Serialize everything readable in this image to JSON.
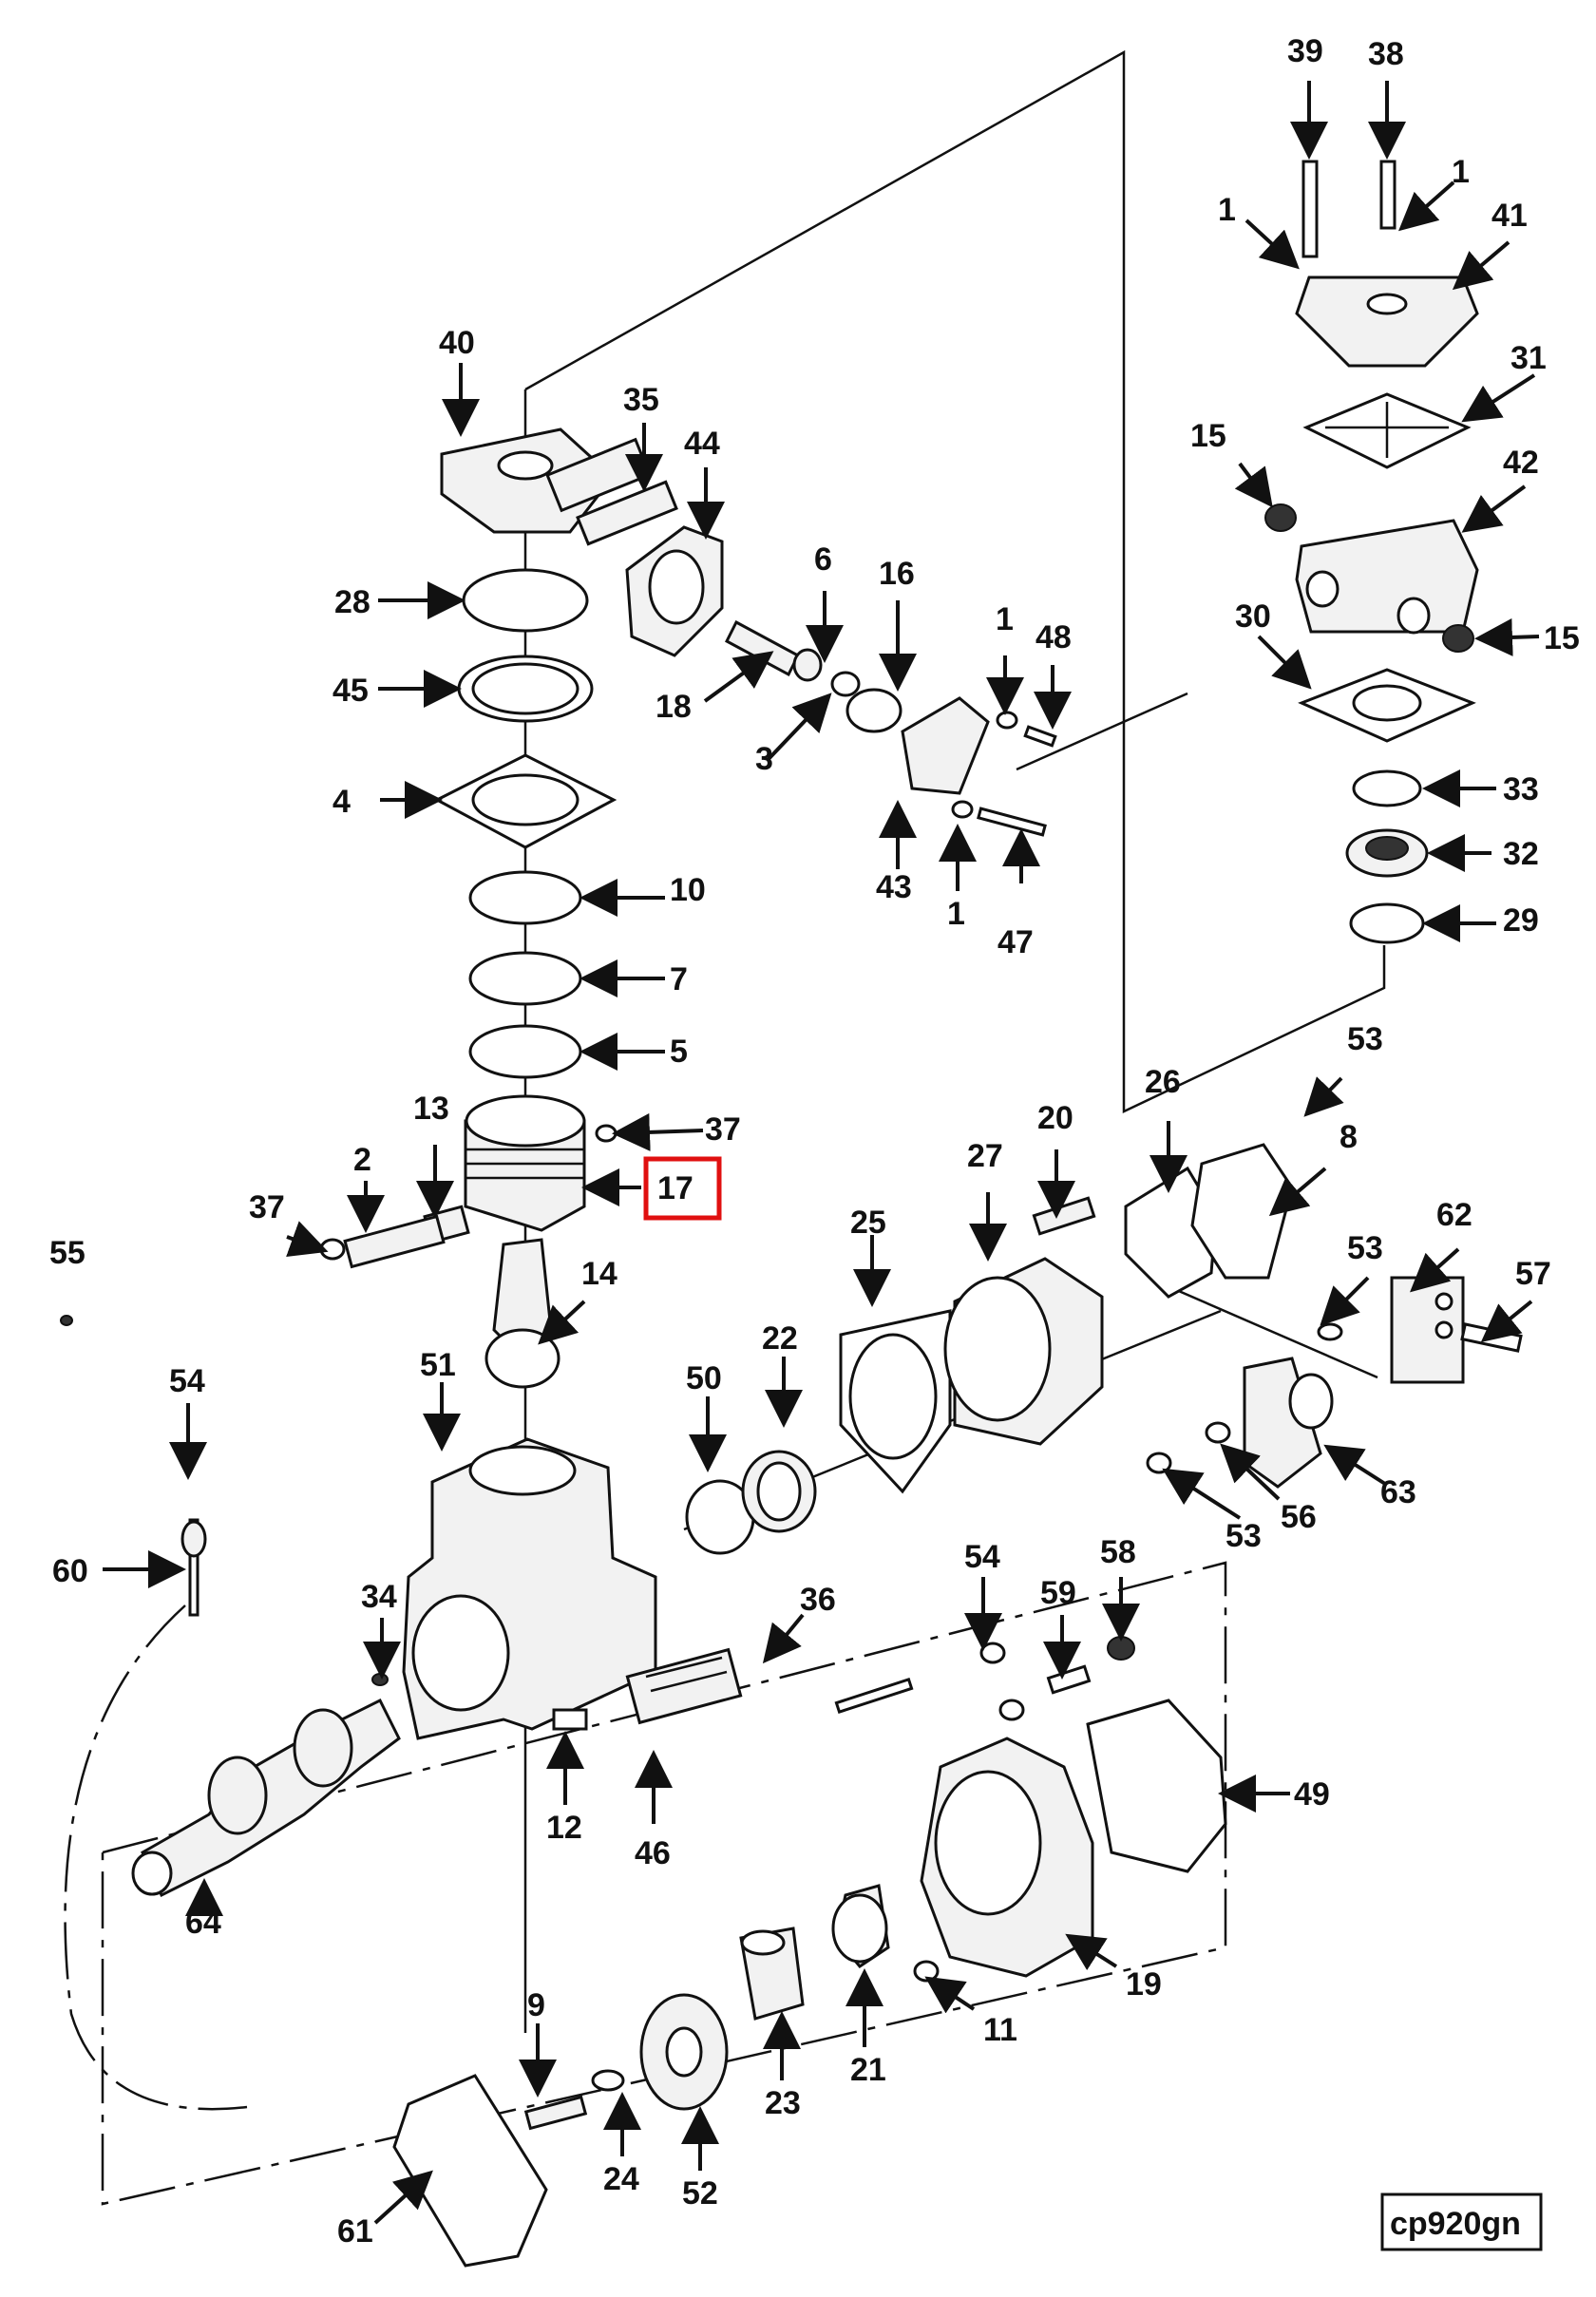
{
  "diagram": {
    "code": "cp920gn",
    "highlighted_callout": "17",
    "callouts": [
      "39",
      "38",
      "1",
      "1",
      "41",
      "40",
      "35",
      "44",
      "31",
      "15",
      "42",
      "28",
      "45",
      "6",
      "16",
      "1",
      "48",
      "18",
      "3",
      "30",
      "15",
      "4",
      "33",
      "43",
      "1",
      "47",
      "32",
      "10",
      "29",
      "7",
      "5",
      "53",
      "26",
      "13",
      "37",
      "8",
      "2",
      "37",
      "17",
      "27",
      "20",
      "53",
      "62",
      "14",
      "25",
      "22",
      "57",
      "55",
      "54",
      "51",
      "50",
      "63",
      "56",
      "53",
      "60",
      "34",
      "54",
      "36",
      "58",
      "59",
      "49",
      "12",
      "46",
      "64",
      "19",
      "11",
      "9",
      "21",
      "23",
      "24",
      "52",
      "61"
    ]
  }
}
